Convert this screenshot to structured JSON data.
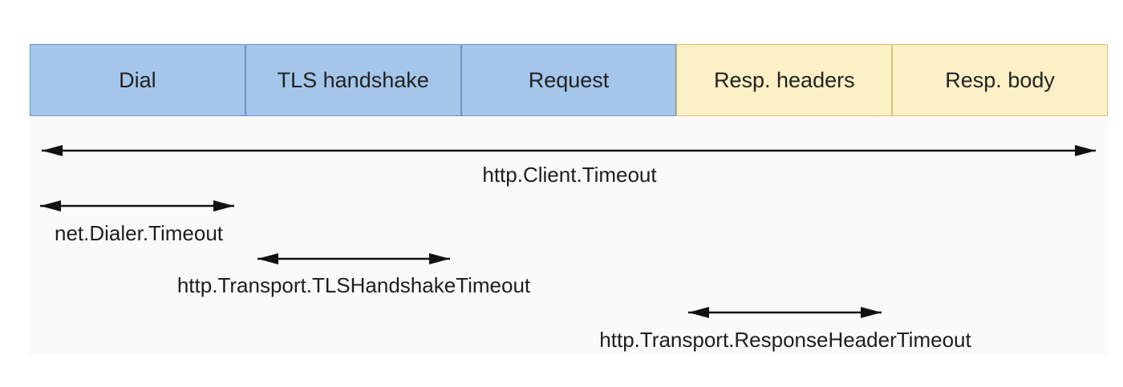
{
  "phases": [
    {
      "label": "Dial",
      "group": "client"
    },
    {
      "label": "TLS handshake",
      "group": "client"
    },
    {
      "label": "Request",
      "group": "client"
    },
    {
      "label": "Resp. headers",
      "group": "server"
    },
    {
      "label": "Resp. body",
      "group": "server"
    }
  ],
  "timeouts": {
    "client": "http.Client.Timeout",
    "dialer": "net.Dialer.Timeout",
    "tls": "http.Transport.TLSHandshakeTimeout",
    "response_header": "http.Transport.ResponseHeaderTimeout"
  },
  "colors": {
    "client_phase": "#a4c6ea",
    "server_phase": "#fcf0c6",
    "arrow": "#111111"
  }
}
